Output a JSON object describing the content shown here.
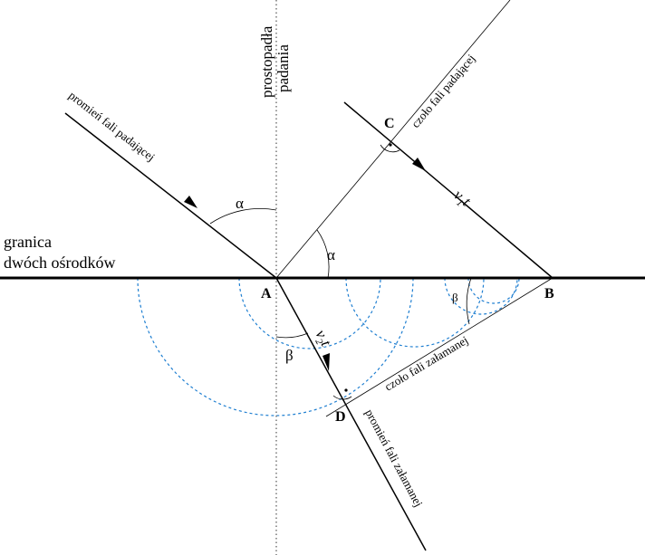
{
  "labels": {
    "normal_line": "prostopadła\npadania",
    "incident_wavefront": "czoło fali padającej",
    "incident_ray": "promień fali padającej",
    "boundary": "granica\ndwóch ośrodków",
    "refracted_wavefront": "czoło fali załamanej",
    "refracted_ray": "promień fali załamanej",
    "alpha": "α",
    "beta": "β",
    "v1t_main": "v",
    "v1t_sub": "1",
    "v1t_t": "t",
    "v2t_main": "v",
    "v2t_sub": "2",
    "v2t_t": "t"
  },
  "points": {
    "A": "A",
    "B": "B",
    "C": "C",
    "D": "D"
  },
  "colors": {
    "lines": "#000000",
    "wavelets": "#1f7fd1",
    "normal": "#555555"
  }
}
